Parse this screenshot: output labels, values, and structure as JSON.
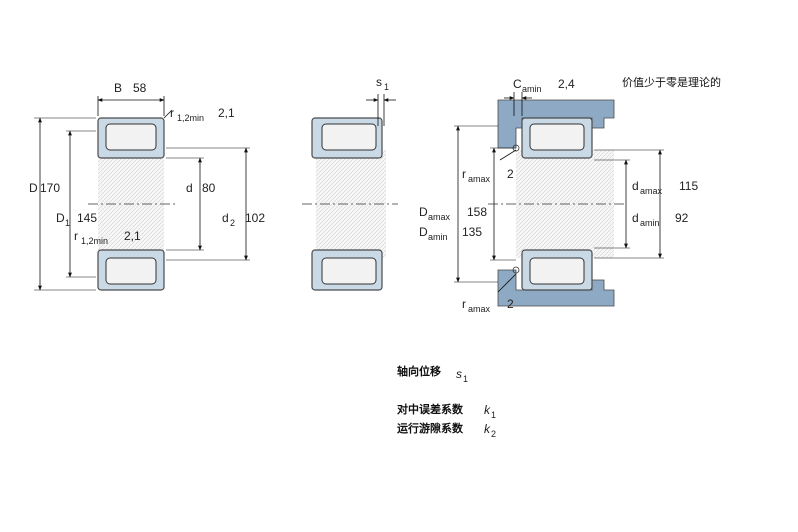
{
  "colors": {
    "ring_fill": "#c9d9e6",
    "ring_stroke": "#4a4a4a",
    "abutment_fill": "#8ea9c4",
    "roller_fill": "#f2f2f2",
    "line": "#111111",
    "center_line": "#333333"
  },
  "view1": {
    "B_label": "B",
    "B_value": "58",
    "r12_top_label": "r",
    "r12_top_sub": "1,2min",
    "r12_top_value": "2,1",
    "D_label": "D",
    "D_value": "170",
    "D1_label": "D",
    "D1_sub": "1",
    "D1_value": "145",
    "r12_bottom_label": "r",
    "r12_bottom_sub": "1,2min",
    "r12_bottom_value": "2,1",
    "d_label": "d",
    "d_value": "80",
    "d2_label": "d",
    "d2_sub": "2",
    "d2_value": "102"
  },
  "view2": {
    "s1_label": "s",
    "s1_sub": "1"
  },
  "view3": {
    "Camin_label": "C",
    "Camin_sub": "amin",
    "Camin_value": "2,4",
    "note": "价值少于零是理论的",
    "ramax_top_label": "r",
    "ramax_top_sub": "amax",
    "ramax_top_value": "2",
    "Damax_label": "D",
    "Damax_sub": "amax",
    "Damax_value": "158",
    "Damin_label": "D",
    "Damin_sub": "amin",
    "Damin_value": "135",
    "damax_label": "d",
    "damax_sub": "amax",
    "damax_value": "115",
    "damin_label": "d",
    "damin_sub": "amin",
    "damin_value": "92",
    "ramax_bottom_label": "r",
    "ramax_bottom_sub": "amax",
    "ramax_bottom_value": "2"
  },
  "legend": {
    "axial_displacement": "轴向位移",
    "axial_symbol": "s",
    "axial_sub": "1",
    "misalignment_factor": "对中误差系数",
    "misalignment_symbol": "k",
    "misalignment_sub": "1",
    "operating_factor": "运行游隙系数",
    "operating_symbol": "k",
    "operating_sub": "2"
  }
}
